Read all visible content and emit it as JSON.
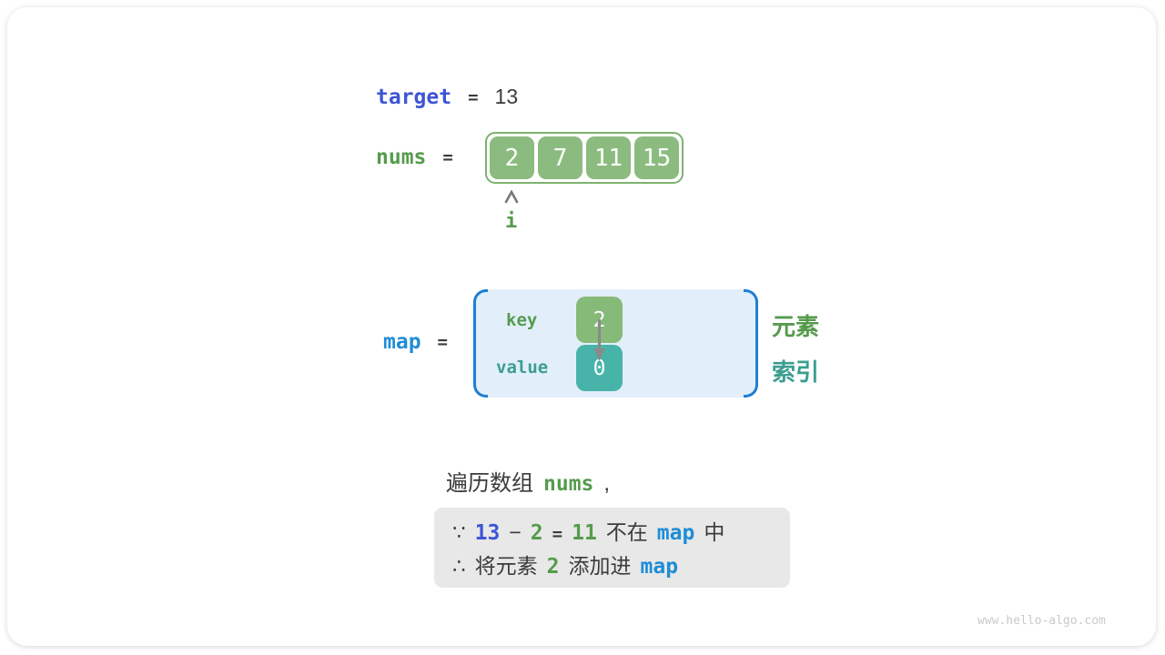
{
  "colors": {
    "royal_blue": "#3e55d4",
    "light_blue": "#1f8dd6",
    "bracket_blue": "#1f7fd1",
    "green_text": "#569b4d",
    "green_box": "#8cbb80",
    "teal_text": "#3b9e90",
    "teal_box": "#48b4a9",
    "dark_text": "#3b3b3b",
    "map_bg": "#e2effa",
    "note_bg": "#e8e8e8"
  },
  "target_line": {
    "label": "target",
    "equals": "=",
    "value": "13"
  },
  "nums_line": {
    "label": "nums",
    "equals": "=",
    "values": [
      "2",
      "7",
      "11",
      "15"
    ],
    "pointer_icon": "caret-up-icon",
    "pointer_label": "i"
  },
  "map_section": {
    "label": "map",
    "equals": "=",
    "key_label": "key",
    "key_value": "2",
    "value_label": "value",
    "value_value": "0",
    "arrow_icon": "arrow-down-icon",
    "element_label": "元素",
    "index_label": "索引"
  },
  "caption": {
    "prefix": "遍历数组",
    "code": "nums",
    "comma": ","
  },
  "note": {
    "because_symbol": "∵",
    "minuend": "13",
    "minus": "−",
    "subtrahend": "2",
    "equals": "=",
    "difference": "11",
    "not_in_text": "不在",
    "map_ref_1": "map",
    "in_suffix": "中",
    "therefore_symbol": "∴",
    "add_prefix": "将元素",
    "element": "2",
    "add_middle": "添加进",
    "map_ref_2": "map"
  },
  "watermark": "www.hello-algo.com"
}
